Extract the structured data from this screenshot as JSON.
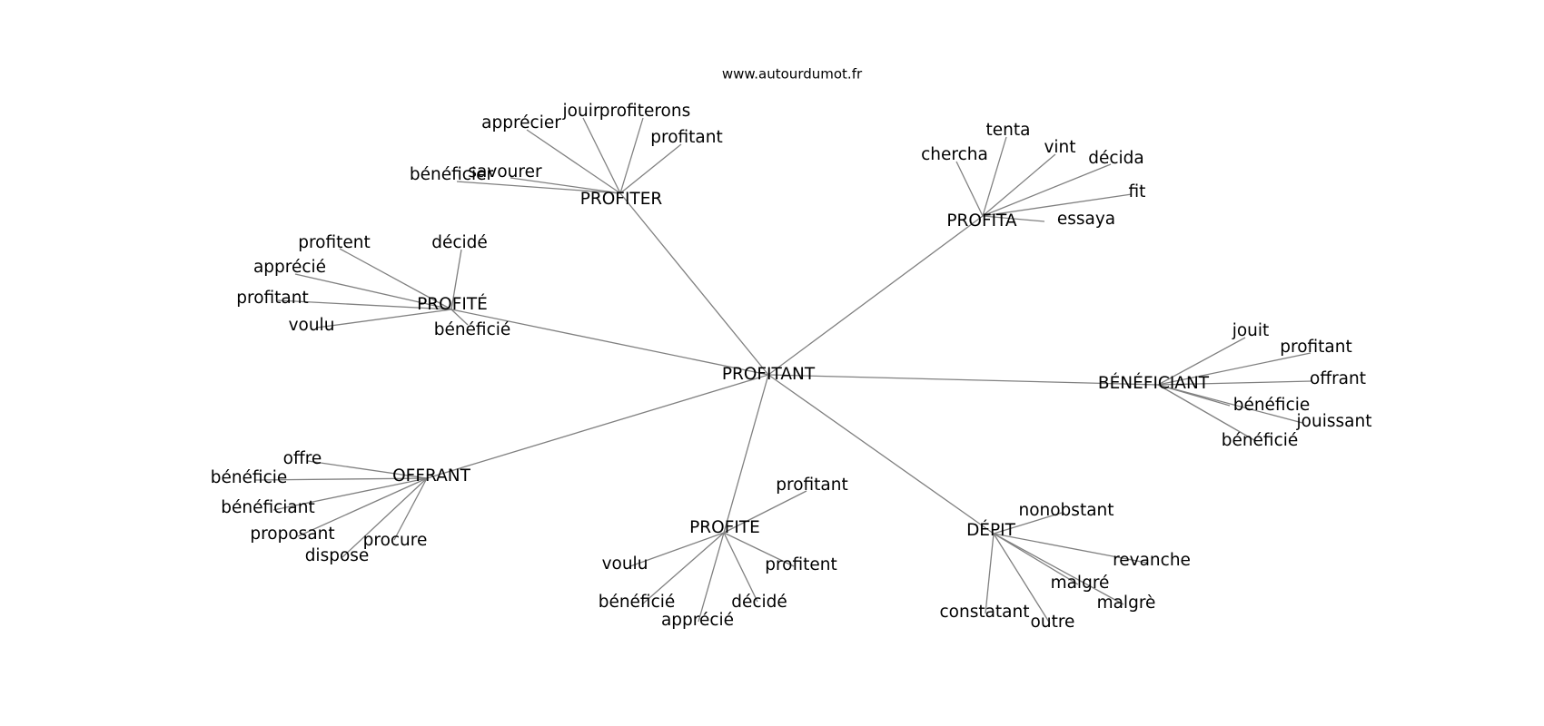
{
  "source_label": "www.autourdumot.fr",
  "center": "PROFITANT",
  "clusters": [
    {
      "id": "profiter",
      "label": "PROFITER",
      "words": [
        "apprécier",
        "jouir",
        "profiterons",
        "profitant",
        "savourer",
        "bénéficier"
      ]
    },
    {
      "id": "profita",
      "label": "PROFITA",
      "words": [
        "tenta",
        "chercha",
        "vint",
        "décida",
        "fit",
        "essaya"
      ]
    },
    {
      "id": "profite-acc",
      "label": "PROFITÉ",
      "words": [
        "profitent",
        "décidé",
        "apprécié",
        "profitant",
        "voulu",
        "bénéficié"
      ]
    },
    {
      "id": "beneficiant",
      "label": "BÉNÉFICIANT",
      "words": [
        "jouit",
        "profitant",
        "offrant",
        "bénéficie",
        "jouissant",
        "bénéficié"
      ]
    },
    {
      "id": "offrant",
      "label": "OFFRANT",
      "words": [
        "offre",
        "bénéficie",
        "bénéficiant",
        "proposant",
        "procure",
        "dispose"
      ]
    },
    {
      "id": "profite",
      "label": "PROFITE",
      "words": [
        "profitant",
        "voulu",
        "profitent",
        "bénéficié",
        "décidé",
        "apprécié"
      ]
    },
    {
      "id": "depit",
      "label": "DÉPIT",
      "words": [
        "nonobstant",
        "revanche",
        "malgré",
        "malgrè",
        "constatant",
        "outre"
      ]
    }
  ]
}
